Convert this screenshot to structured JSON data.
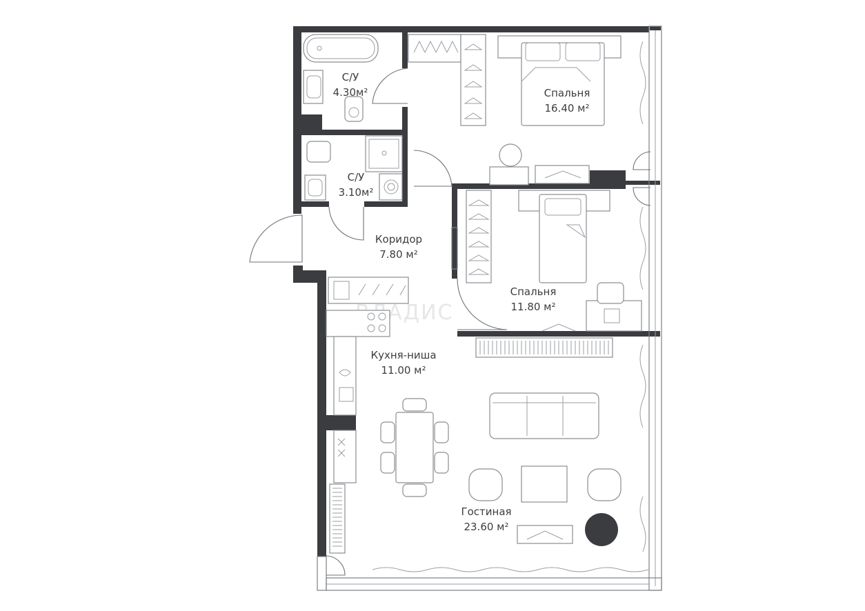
{
  "watermark": "ВЛАДИС",
  "rooms": {
    "bath1": {
      "name": "С/У",
      "area": "4.30м²"
    },
    "bath2": {
      "name": "С/У",
      "area": "3.10м²"
    },
    "bedroom1": {
      "name": "Спальня",
      "area": "16.40 м²"
    },
    "corridor": {
      "name": "Коридор",
      "area": "7.80 м²"
    },
    "bedroom2": {
      "name": "Спальня",
      "area": "11.80 м²"
    },
    "kitchen": {
      "name": "Кухня-ниша",
      "area": "11.00 м²"
    },
    "living": {
      "name": "Гостиная",
      "area": "23.60 м²"
    }
  },
  "colors": {
    "wall": "#3a3c3f",
    "line": "#7d8084",
    "text": "#3b3d40",
    "accent": "#3a3c3f"
  }
}
